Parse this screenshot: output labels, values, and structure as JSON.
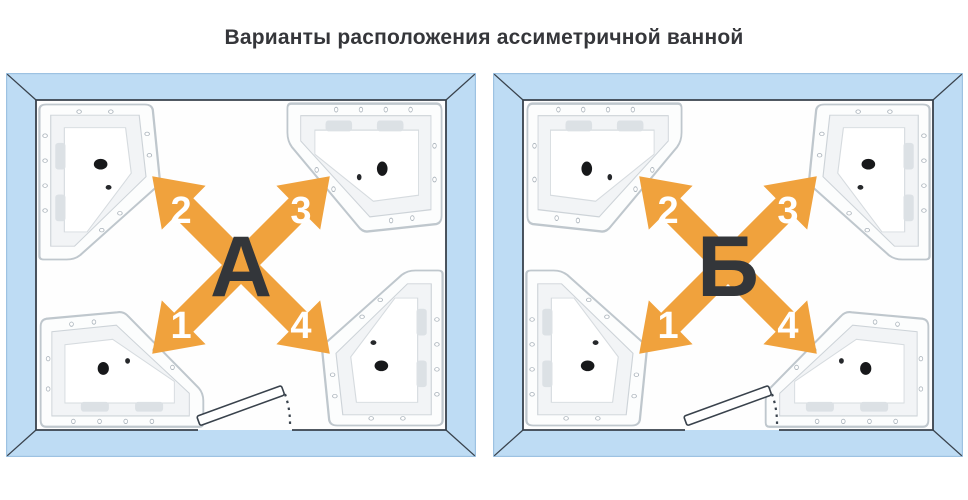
{
  "title": "Варианты расположения ассиметричной ванной",
  "panels": [
    {
      "letter": "А"
    },
    {
      "letter": "Б"
    }
  ],
  "arrows": {
    "top_left": "2",
    "top_right": "3",
    "bottom_left": "1",
    "bottom_right": "4"
  },
  "colors": {
    "wall_blue": "#BEDCF4",
    "floor_white": "#FEFEFE",
    "outline_dark": "#39424C",
    "arrow_orange": "#F0A23D",
    "letter_dark": "#33363A",
    "number_white": "#FFFFFF"
  }
}
